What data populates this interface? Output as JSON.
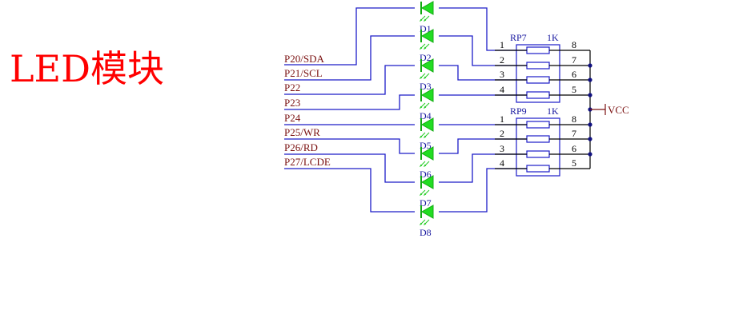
{
  "title": "LED模块",
  "nets": [
    "P20/SDA",
    "P21/SCL",
    "P22",
    "P23",
    "P24",
    "P25/WR",
    "P26/RD",
    "P27/LCDE"
  ],
  "leds": [
    "D1",
    "D2",
    "D3",
    "D4",
    "D5",
    "D6",
    "D7",
    "D8"
  ],
  "resistor_packs": [
    {
      "ref": "RP7",
      "value": "1K",
      "pins_left": [
        "1",
        "2",
        "3",
        "4"
      ],
      "pins_right": [
        "8",
        "7",
        "6",
        "5"
      ]
    },
    {
      "ref": "RP9",
      "value": "1K",
      "pins_left": [
        "1",
        "2",
        "3",
        "4"
      ],
      "pins_right": [
        "8",
        "7",
        "6",
        "5"
      ]
    }
  ],
  "power_label": "VCC",
  "colors": {
    "title": "#ff0000",
    "wire": "#1c1cc8",
    "led": "#22dd22",
    "net_label": "#7a1010"
  }
}
